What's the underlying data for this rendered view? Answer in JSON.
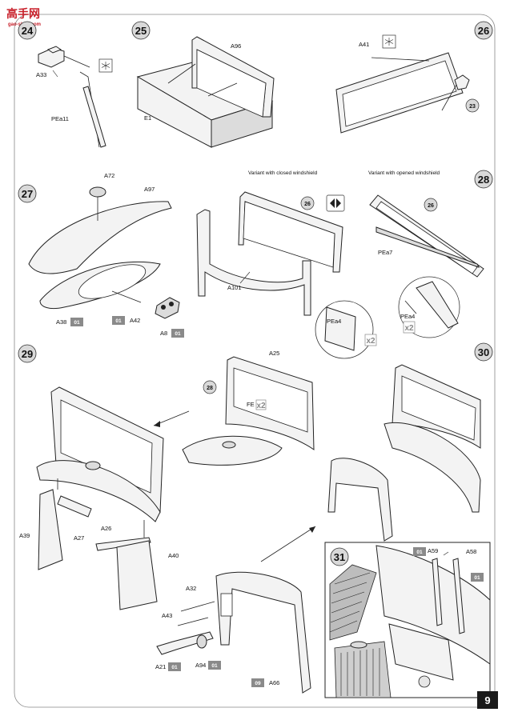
{
  "header": {
    "logo_text": "高手网",
    "logo_sub": "gao-shou.com"
  },
  "steps": [
    {
      "number": "24"
    },
    {
      "number": "25"
    },
    {
      "number": "26"
    },
    {
      "number": "27"
    },
    {
      "number": "28"
    },
    {
      "number": "29"
    },
    {
      "number": "30"
    },
    {
      "number": "31"
    }
  ],
  "captions": {
    "closed": "Variant with closed windshield",
    "opened": "Variant with opened windshield"
  },
  "parts": {
    "a33": "A33",
    "pea11": "PEa11",
    "a96": "A96",
    "e1": "E1",
    "a41": "A41",
    "a72": "A72",
    "a97": "A97",
    "a38": "A38",
    "a42": "A42",
    "a8": "A8",
    "a101": "A101",
    "pea4_a": "PEa4",
    "pea7": "PEa7",
    "pea4_b": "PEa4",
    "a25": "A25",
    "fe": "FE",
    "a39": "A39",
    "a27": "A27",
    "a26": "A26",
    "a40": "A40",
    "a32": "A32",
    "a43": "A43",
    "a21": "A21",
    "a94": "A94",
    "a66": "A66",
    "a59": "A59",
    "a58": "A58"
  },
  "refs": {
    "r23": "23",
    "r26a": "26",
    "r26b": "26",
    "r28": "28"
  },
  "paint": {
    "p01_a38": "01",
    "p01_a42": "01",
    "p01_a8": "01",
    "p01_a21": "01",
    "p01_a94": "01",
    "p09_a66": "09",
    "p01_a59": "01",
    "p01_a58": "01"
  },
  "multipliers": {
    "m_a": "x2",
    "m_b": "x2",
    "m_fe": "x2"
  },
  "icons": {
    "glue_1": "glue-asterisk-icon",
    "glue_2": "glue-asterisk-icon",
    "variant": "variant-arrows-icon"
  },
  "footer": {
    "page_number": "9"
  },
  "colors": {
    "paint_badge": "#8a8a8a",
    "step_circle": "#d9d9d9",
    "logo": "#c8202a",
    "page_badge": "#1a1a1a"
  }
}
